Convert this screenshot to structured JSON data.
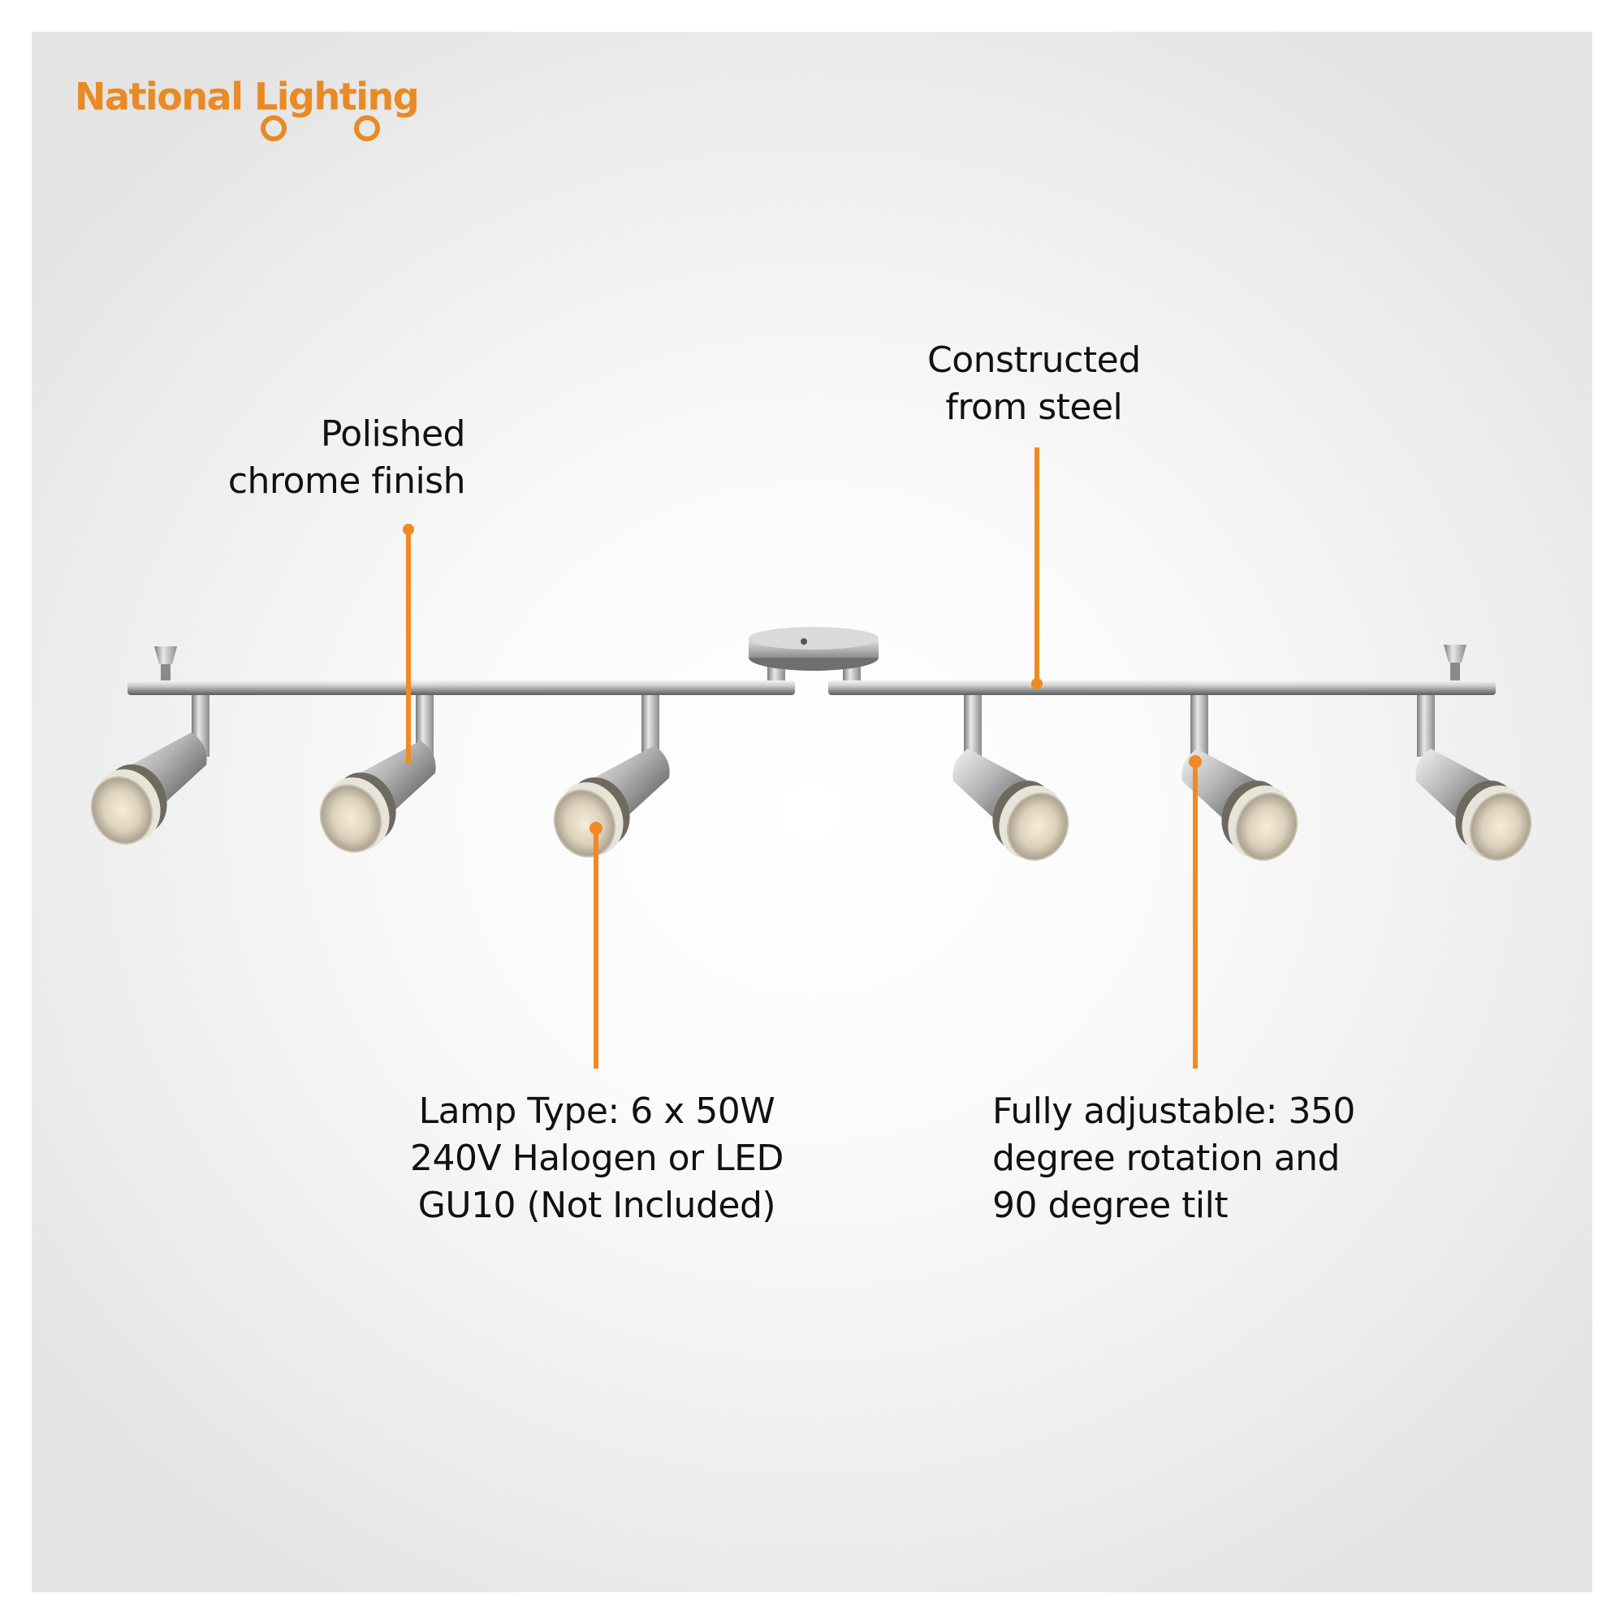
{
  "brand": {
    "name": "National Lighting",
    "accent_color": "#e98a24",
    "logo_icon": "lightbulb-icon"
  },
  "callouts": {
    "chrome": {
      "lines": [
        "Polished",
        "chrome finish"
      ]
    },
    "steel": {
      "lines": [
        "Constructed",
        "from steel"
      ]
    },
    "lamp": {
      "lines": [
        "Lamp Type: 6 x 50W",
        "240V Halogen or LED",
        "GU10 (Not Included)"
      ]
    },
    "adjust": {
      "lines": [
        "Fully adjustable: 350",
        "degree rotation and",
        "90 degree tilt"
      ]
    }
  },
  "product": {
    "spotlight_count": 6,
    "finish_color": "#b8b8b8",
    "leader_color": "#f08a24"
  }
}
